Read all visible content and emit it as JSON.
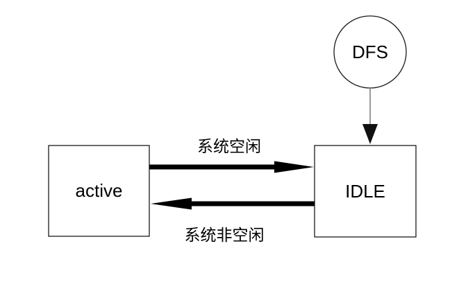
{
  "diagram": {
    "background_color": "#ffffff",
    "node_stroke_color": "#1a1a1a",
    "node_fill_color": "#ffffff",
    "arrow_color": "#000000",
    "connector_color": "#808080",
    "nodes": {
      "dfs": {
        "label": "DFS"
      },
      "active": {
        "label": "active"
      },
      "idle": {
        "label": "IDLE"
      }
    },
    "edges": {
      "active_to_idle": {
        "label": "系统空闲"
      },
      "idle_to_active": {
        "label": "系统非空闲"
      }
    }
  }
}
